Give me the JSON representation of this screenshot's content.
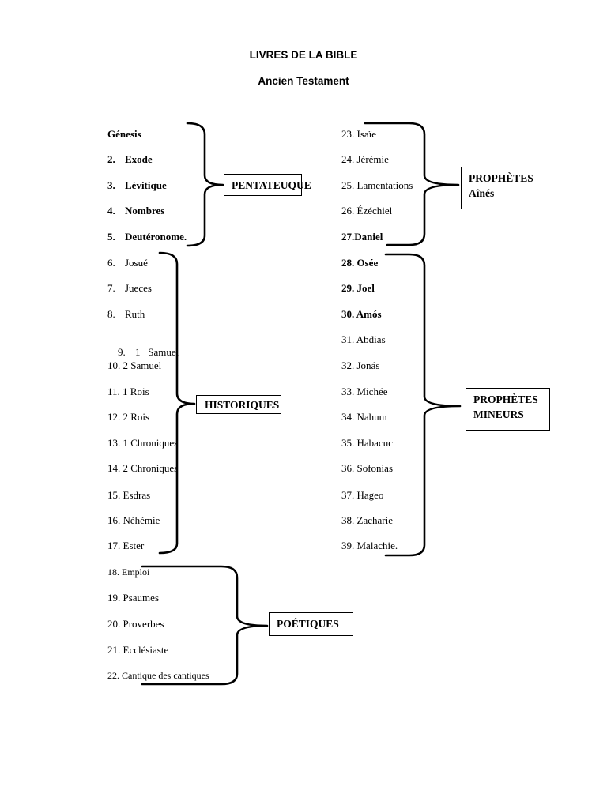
{
  "header": {
    "title": "LIVRES DE LA BIBLE",
    "subtitle": "Ancien Testament"
  },
  "pentateuque": {
    "label": "PENTATEUQUE",
    "books": [
      {
        "num": "",
        "name": "Génesis"
      },
      {
        "num": "2.",
        "name": "Exode"
      },
      {
        "num": "3.",
        "name": "Lévitique"
      },
      {
        "num": "4.",
        "name": "Nombres"
      },
      {
        "num": "5.",
        "name": "Deutéronome."
      }
    ]
  },
  "historiques": {
    "label": "HISTORIQUES",
    "books": [
      {
        "num": "6.",
        "name": "Josué"
      },
      {
        "num": "7.",
        "name": "Jueces"
      },
      {
        "num": "8.",
        "name": "Ruth"
      },
      {
        "num": "9.",
        "name": "1   Samuel"
      },
      {
        "num": "10.",
        "name": "2 Samuel"
      },
      {
        "num": "11.",
        "name": "1 Rois"
      },
      {
        "num": "12.",
        "name": "2 Rois"
      },
      {
        "num": "13.",
        "name": "1 Chroniques"
      },
      {
        "num": "14.",
        "name": "2 Chroniques"
      },
      {
        "num": "15.",
        "name": "Esdras"
      },
      {
        "num": "16.",
        "name": "Néhémie"
      },
      {
        "num": "17.",
        "name": "Ester"
      }
    ]
  },
  "poetiques": {
    "label": "POÉTIQUES",
    "books": [
      {
        "num": "18.",
        "name": "Emploi"
      },
      {
        "num": "19.",
        "name": "Psaumes"
      },
      {
        "num": "20.",
        "name": "Proverbes"
      },
      {
        "num": "21.",
        "name": "Ecclésiaste"
      },
      {
        "num": "22.",
        "name": "Cantique des cantiques"
      }
    ]
  },
  "prophetes_aines": {
    "label_line1": "PROPHÈTES",
    "label_line2": "Aînés",
    "books": [
      {
        "num": "23.",
        "name": "Isaïe"
      },
      {
        "num": "24.",
        "name": "Jérémie"
      },
      {
        "num": "25.",
        "name": "Lamentations"
      },
      {
        "num": "26.",
        "name": "Ézéchiel"
      },
      {
        "num": "27.",
        "name": "Daniel"
      }
    ]
  },
  "prophetes_mineurs": {
    "label_line1": "PROPHÈTES",
    "label_line2": "MINEURS",
    "books": [
      {
        "num": "28.",
        "name": "Osée"
      },
      {
        "num": "29.",
        "name": "Joel"
      },
      {
        "num": "30.",
        "name": "Amós"
      },
      {
        "num": "31.",
        "name": "Abdias"
      },
      {
        "num": "32.",
        "name": "Jonás"
      },
      {
        "num": "33.",
        "name": "Michée"
      },
      {
        "num": "34.",
        "name": "Nahum"
      },
      {
        "num": "35.",
        "name": "Habacuc"
      },
      {
        "num": "36.",
        "name": "Sofonias"
      },
      {
        "num": "37.",
        "name": "Hageo"
      },
      {
        "num": "38.",
        "name": "Zacharie"
      },
      {
        "num": "39.",
        "name": "Malachie."
      }
    ]
  }
}
